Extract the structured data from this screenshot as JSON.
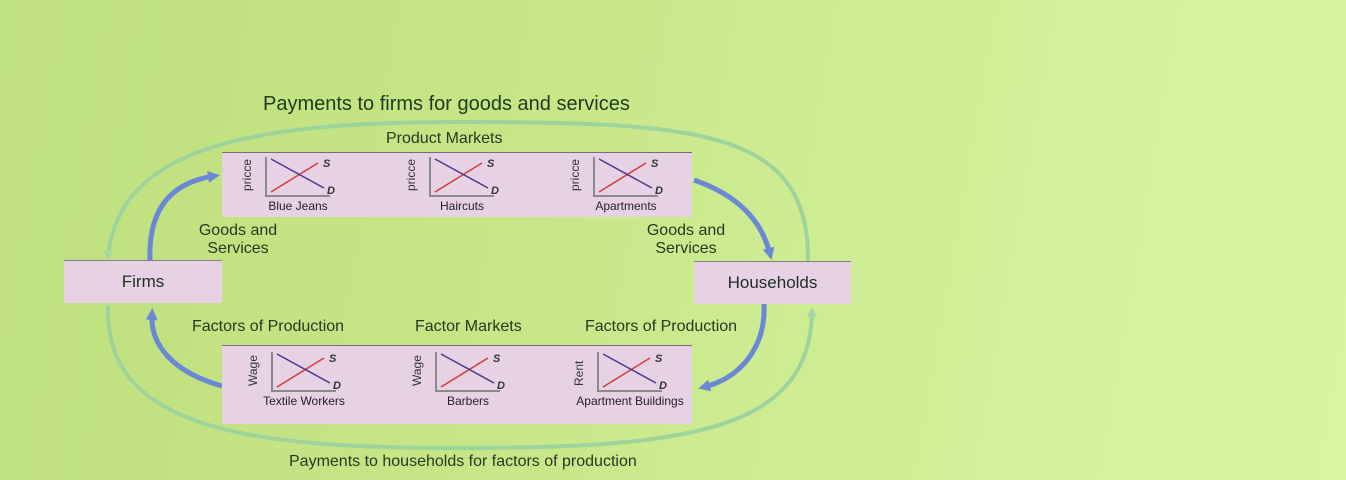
{
  "diagram": {
    "title_top": "Payments to firms for goods and services",
    "title_bottom": "Payments to households for factors of production",
    "product_markets_label": "Product Markets",
    "factor_markets_label": "Factor Markets",
    "firms_label": "Firms",
    "households_label": "Households",
    "goods_services_left": "Goods and\nServices",
    "goods_services_right": "Goods and\nServices",
    "factors_left": "Factors of Production",
    "factors_right": "Factors of Production",
    "supply_letter": "S",
    "demand_letter": "D",
    "product_markets": [
      {
        "axis": "pricce",
        "caption": "Blue Jeans"
      },
      {
        "axis": "pricce",
        "caption": "Haircuts"
      },
      {
        "axis": "pricce",
        "caption": "Apartments"
      }
    ],
    "factor_markets": [
      {
        "axis": "Wage",
        "caption": "Textile Workers"
      },
      {
        "axis": "Wage",
        "caption": "Barbers"
      },
      {
        "axis": "Rent",
        "caption": "Apartment Buildings"
      }
    ],
    "colors": {
      "box_fill": "#e6d2e4",
      "money_flow": "#9cd09a",
      "real_flow": "#6a88d6",
      "supply_line": "#d33a3a",
      "demand_line": "#4a3a8a"
    }
  }
}
